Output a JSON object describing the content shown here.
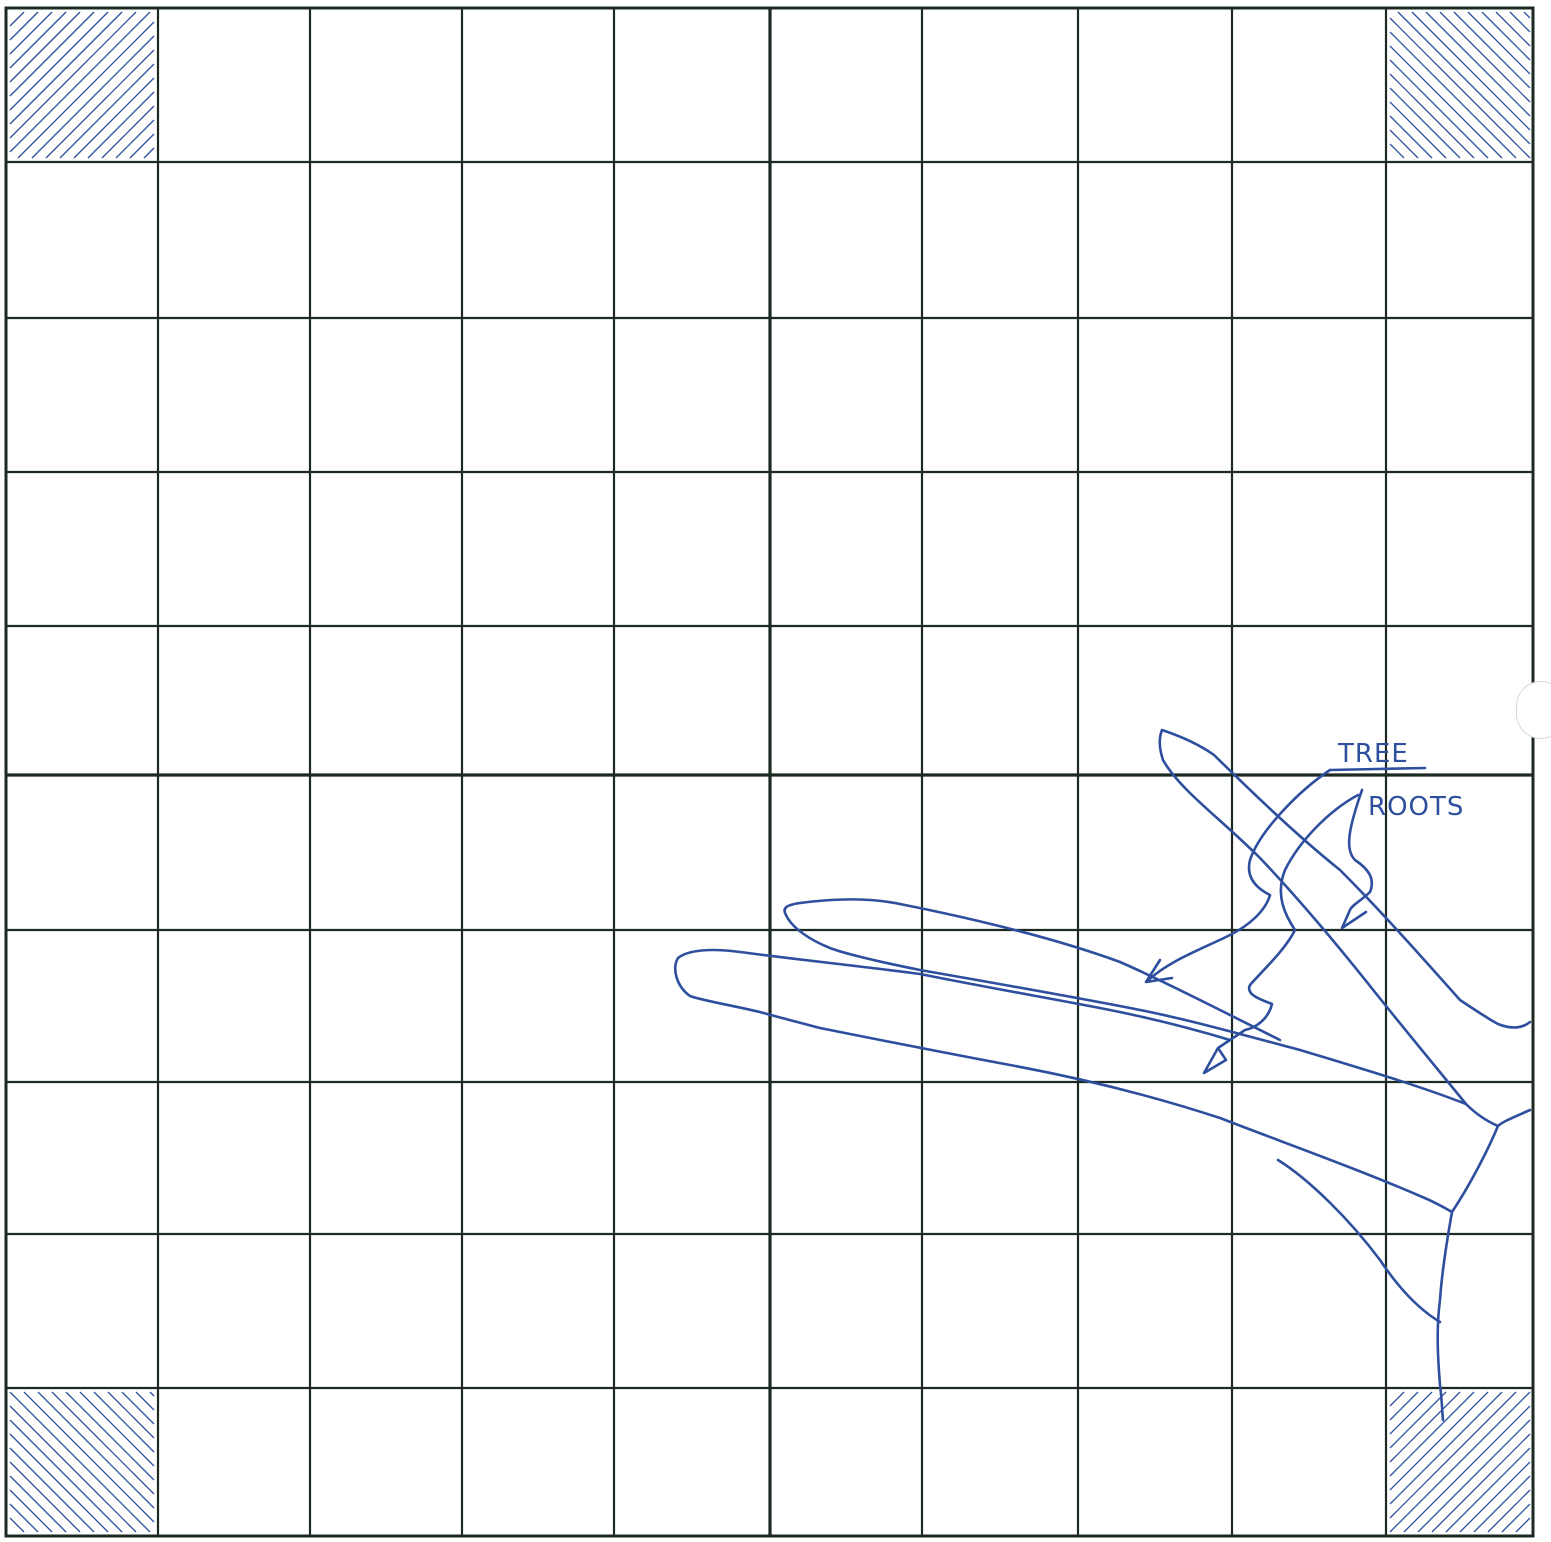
{
  "sheet": {
    "labels": [
      {
        "id": "tree",
        "text": "TREE"
      },
      {
        "id": "roots",
        "text": "ROOTS"
      }
    ]
  },
  "colors": {
    "grid": "#1c2a22",
    "ink": "#2d4f9e",
    "paper": "#ffffff"
  }
}
